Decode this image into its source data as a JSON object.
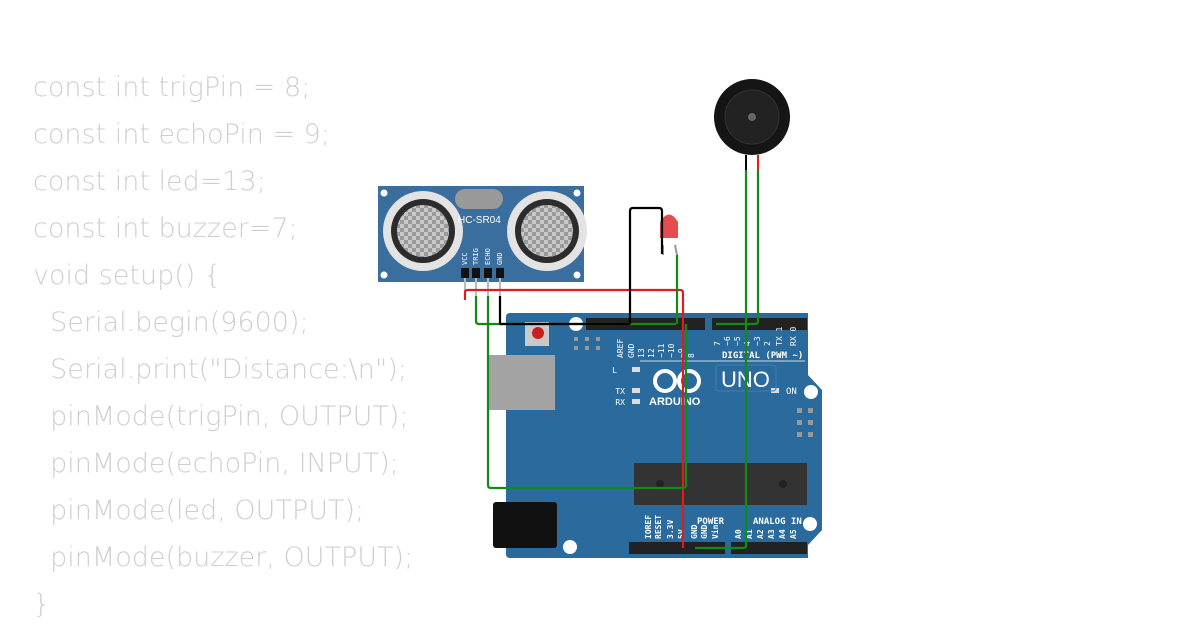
{
  "code": {
    "lines": [
      "const int trigPin = 8;",
      "const int echoPin = 9;",
      "const int led=13;",
      "const int buzzer=7;",
      "void setup() {",
      "  Serial.begin(9600);",
      "  Serial.print(\"Distance:\\n\");",
      "  pinMode(trigPin, OUTPUT);",
      "  pinMode(echoPin, INPUT);",
      "  pinMode(led, OUTPUT);",
      "  pinMode(buzzer, OUTPUT);",
      "}"
    ]
  },
  "sensor": {
    "label": "HC-SR04",
    "pins": [
      "VCC",
      "TRIG",
      "ECHO",
      "GND"
    ]
  },
  "board": {
    "brand": "ARDUINO",
    "model": "UNO",
    "digital_label": "DIGITAL (PWM ~)",
    "power_label": "POWER",
    "analog_label": "ANALOG IN",
    "on_label": "ON",
    "led_labels": [
      "L",
      "TX",
      "RX"
    ],
    "top_pins": [
      "AREF",
      "GND",
      "13",
      "12",
      "~11",
      "~10",
      "~9",
      "8",
      "7",
      "~6",
      "~5",
      "4",
      "~3",
      "2",
      "TX 1",
      "RX 0"
    ],
    "bottom_pins": [
      "IOREF",
      "RESET",
      "3.3V",
      "5V",
      "GND",
      "GND",
      "Vin",
      "A0",
      "A1",
      "A2",
      "A3",
      "A4",
      "A5"
    ]
  },
  "colors": {
    "board": "#2a6a9c",
    "wire_red": "#e01b1b",
    "wire_green": "#138a13",
    "wire_black": "#000000",
    "code_text": "#cfcfcf"
  }
}
